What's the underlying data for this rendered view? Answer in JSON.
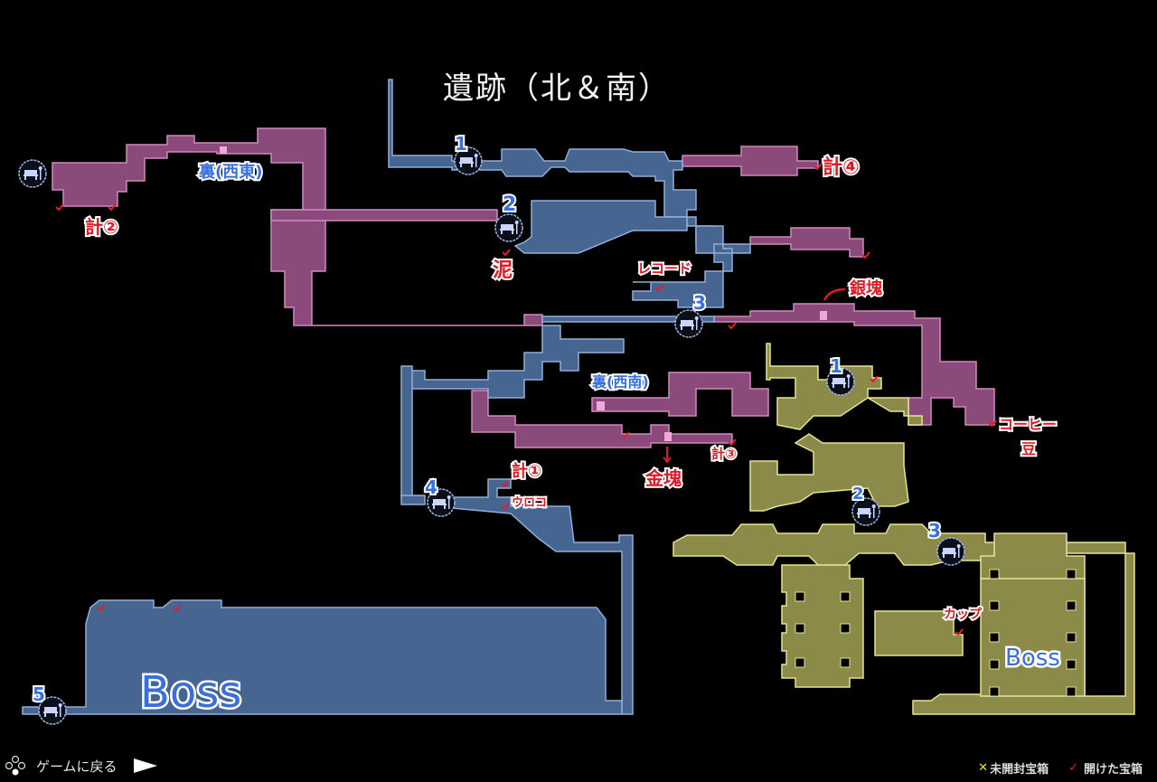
{
  "title": "遺跡（北＆南）",
  "colors": {
    "area_north": "#466590",
    "area_north_border": "#8fb0d8",
    "area_west": "#8a4a7a",
    "area_west_border": "#d08ac0",
    "area_south": "#8c8a48",
    "area_south_border": "#e6e490",
    "chest_opened": "#e0202a",
    "chest_unopened": "#f0e020",
    "label_red": "#e01a22",
    "label_blue": "#3a6fe0"
  },
  "save_points": [
    {
      "number": "1",
      "area": "north"
    },
    {
      "number": "2",
      "area": "north"
    },
    {
      "number": "3",
      "area": "north"
    },
    {
      "number": "4",
      "area": "north"
    },
    {
      "number": "5",
      "area": "north"
    },
    {
      "number": "1",
      "area": "south"
    },
    {
      "number": "2",
      "area": "south"
    },
    {
      "number": "3",
      "area": "south"
    },
    {
      "number": "",
      "area": "west"
    }
  ],
  "annotations": {
    "ura_west_east": "裏(西東)",
    "kei_2": "計②",
    "kei_4": "計④",
    "doro": "泥",
    "record": "レコード",
    "gin_kai": "銀塊",
    "ura_west_south": "裏(西南)",
    "coffee": "コーヒー",
    "mame": "豆",
    "kei_1": "計①",
    "uroko": "ウロコ",
    "kin_kai": "金塊",
    "kei_3": "計③",
    "cup": "カップ",
    "boss_north": "Boss",
    "boss_south": "Boss"
  },
  "footer": {
    "return_label": "ゲームに戻る",
    "legend_unopened": "未開封宝箱",
    "legend_opened": "開けた宝箱",
    "legend_unopened_icon": "✕",
    "legend_opened_icon": "✓"
  }
}
